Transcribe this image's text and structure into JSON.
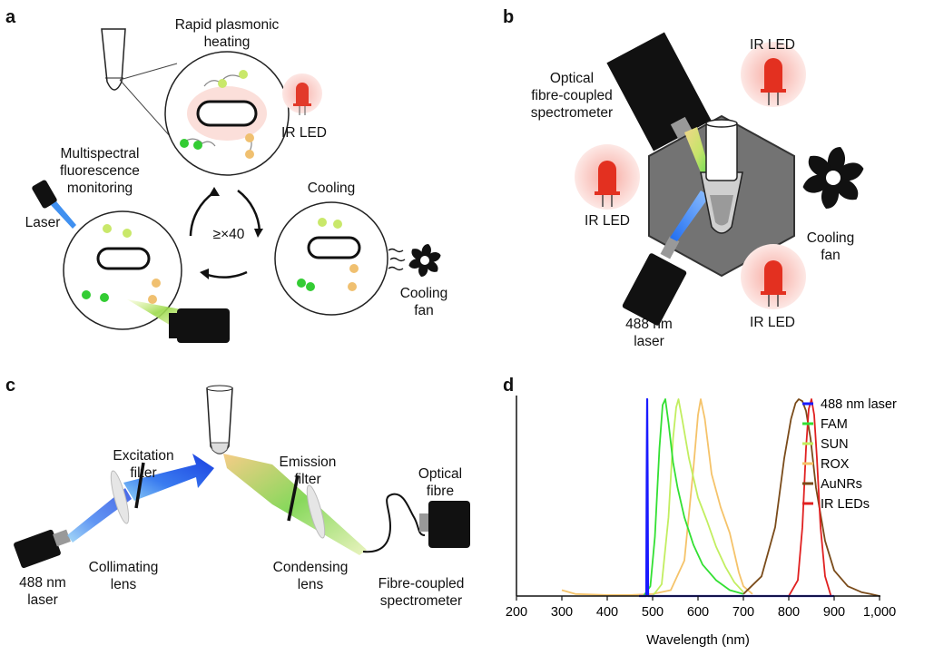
{
  "panels": {
    "a": "a",
    "b": "b",
    "c": "c",
    "d": "d"
  },
  "panel_a": {
    "heating_label": [
      "Rapid plasmonic",
      "heating"
    ],
    "ir_led_label": "IR LED",
    "monitoring_label": [
      "Multispectral",
      "fluorescence",
      "monitoring"
    ],
    "laser_label": "Laser",
    "cycle_label": "≥×40",
    "cooling_label": "Cooling",
    "cooling_fan_label": [
      "Cooling",
      "fan"
    ]
  },
  "panel_b": {
    "spectrometer_label": [
      "Optical",
      "fibre-coupled",
      "spectrometer"
    ],
    "ir_led_top": "IR LED",
    "ir_led_left": "IR LED",
    "ir_led_bottom": "IR LED",
    "cooling_fan_label": [
      "Cooling",
      "fan"
    ],
    "laser_label": [
      "488 nm",
      "laser"
    ]
  },
  "panel_c": {
    "excitation_filter": [
      "Excitation",
      "filter"
    ],
    "emission_filter": [
      "Emission",
      "filter"
    ],
    "optical_fibre": [
      "Optical",
      "fibre"
    ],
    "laser_label": [
      "488 nm",
      "laser"
    ],
    "collimating_lens": [
      "Collimating",
      "lens"
    ],
    "condensing_lens": [
      "Condensing",
      "lens"
    ],
    "spectrometer_label": [
      "Fibre-coupled",
      "spectrometer"
    ]
  },
  "chart_data": {
    "type": "line",
    "xlabel": "Wavelength (nm)",
    "ylabel": "",
    "xlim": [
      200,
      1000
    ],
    "ylim": [
      0,
      1
    ],
    "x_ticks": [
      "200",
      "300",
      "400",
      "500",
      "600",
      "700",
      "800",
      "900",
      "1,000"
    ],
    "legend_position": "top-right",
    "series": [
      {
        "name": "488 nm laser",
        "color": "#1a1aff",
        "x": [
          470,
          486,
          487,
          488,
          489,
          490,
          700,
          900
        ],
        "y": [
          0,
          0,
          0.6,
          1.0,
          0.6,
          0,
          0,
          0
        ]
      },
      {
        "name": "FAM",
        "color": "#33e033",
        "x": [
          480,
          495,
          505,
          515,
          522,
          528,
          535,
          545,
          555,
          570,
          590,
          610,
          640,
          670,
          700
        ],
        "y": [
          0,
          0.05,
          0.3,
          0.75,
          0.97,
          1.0,
          0.88,
          0.68,
          0.55,
          0.4,
          0.26,
          0.16,
          0.08,
          0.03,
          0.01
        ]
      },
      {
        "name": "SUN",
        "color": "#c2ee60",
        "x": [
          500,
          520,
          535,
          545,
          552,
          557,
          565,
          580,
          600,
          620,
          640,
          660,
          680,
          700
        ],
        "y": [
          0,
          0.06,
          0.4,
          0.8,
          0.96,
          1.0,
          0.9,
          0.7,
          0.5,
          0.38,
          0.25,
          0.15,
          0.07,
          0.02
        ]
      },
      {
        "name": "ROX",
        "color": "#f5c36a",
        "x": [
          300,
          330,
          400,
          450,
          500,
          540,
          570,
          590,
          600,
          606,
          615,
          630,
          650,
          670,
          690,
          700,
          720
        ],
        "y": [
          0.03,
          0.01,
          0.005,
          0.005,
          0.01,
          0.03,
          0.18,
          0.65,
          0.92,
          1.0,
          0.9,
          0.62,
          0.45,
          0.32,
          0.12,
          0.05,
          0.01
        ]
      },
      {
        "name": "AuNRs",
        "color": "#7a4b1a",
        "x": [
          700,
          740,
          770,
          790,
          805,
          815,
          822,
          830,
          838,
          848,
          860,
          880,
          900,
          930,
          960,
          980,
          1000
        ],
        "y": [
          0.01,
          0.1,
          0.35,
          0.7,
          0.9,
          0.98,
          1.0,
          0.99,
          0.94,
          0.8,
          0.55,
          0.28,
          0.13,
          0.05,
          0.02,
          0.01,
          0
        ]
      },
      {
        "name": "IR LEDs",
        "color": "#e02020",
        "x": [
          800,
          820,
          830,
          838,
          844,
          850,
          856,
          862,
          870,
          880,
          893
        ],
        "y": [
          0,
          0.08,
          0.35,
          0.75,
          0.95,
          1.0,
          0.92,
          0.7,
          0.35,
          0.1,
          0
        ]
      }
    ]
  }
}
